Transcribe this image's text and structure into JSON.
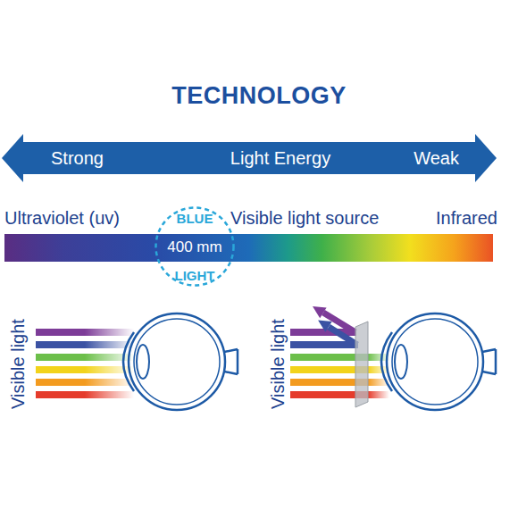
{
  "diagram": {
    "title": "TECHNOLOGY",
    "nodes": [
      {
        "text": [
          "Strong",
          "Light Energy",
          "Weak"
        ]
      },
      {
        "text": [
          "BLUE",
          "400 mm",
          "LIGHT"
        ]
      }
    ],
    "labels": [
      "Ultraviolet (uv)",
      "Visible light source",
      "Infrared",
      "Visible light",
      "Visible light"
    ]
  }
}
